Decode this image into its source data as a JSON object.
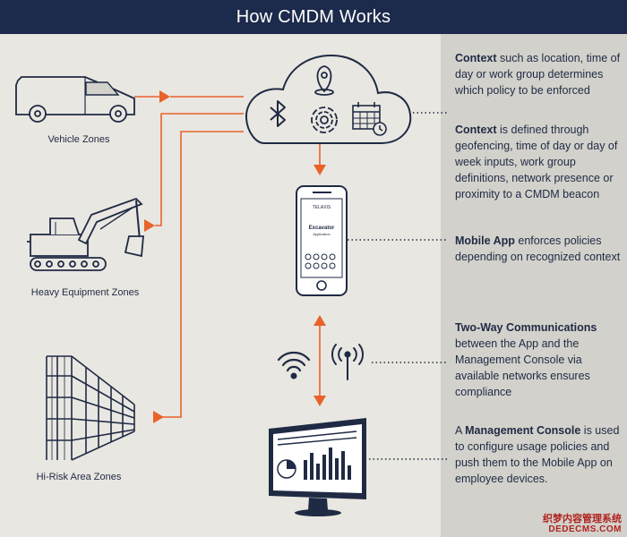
{
  "header": {
    "title": "How CMDM Works"
  },
  "zones": {
    "vehicle": "Vehicle Zones",
    "heavy": "Heavy Equipment Zones",
    "hirisk": "Hi-Risk Area Zones"
  },
  "phone": {
    "brand": "TELAXIS",
    "screen_title": "Excavator",
    "screen_sub": "Application"
  },
  "notes": {
    "context1": {
      "bold": "Context",
      "text": " such as location, time of day or work group determines which policy to be enforced"
    },
    "context2": {
      "bold": "Context",
      "text": " is defined through geofencing, time of day or day of week inputs, work group definitions, network presence or proximity to a CMDM beacon"
    },
    "mobile": {
      "bold": "Mobile App",
      "text": " enforces policies depending on recognized context"
    },
    "twoway": {
      "bold": "Two-Way Communications",
      "text": " between the App and the Management Console via available networks ensures compliance"
    },
    "console": {
      "pre": "A ",
      "bold": "Management Console",
      "text": " is used to configure usage policies and push them to the Mobile App on employee devices."
    }
  },
  "icons": [
    "van-icon",
    "excavator-icon",
    "warehouse-racks-icon",
    "cloud-icon",
    "bluetooth-icon",
    "location-pin-icon",
    "beacon-icon",
    "calendar-clock-icon",
    "smartphone-icon",
    "wifi-icon",
    "antenna-icon",
    "monitor-dashboard-icon"
  ],
  "colors": {
    "header_bg": "#1c2a4b",
    "accent": "#e8622a",
    "line": "#1f2a44",
    "panel": "#d2d1cb",
    "background": "#e9e7e1"
  },
  "watermark": {
    "line1": "织梦内容管理系统",
    "line2": "DEDECMS.COM"
  }
}
